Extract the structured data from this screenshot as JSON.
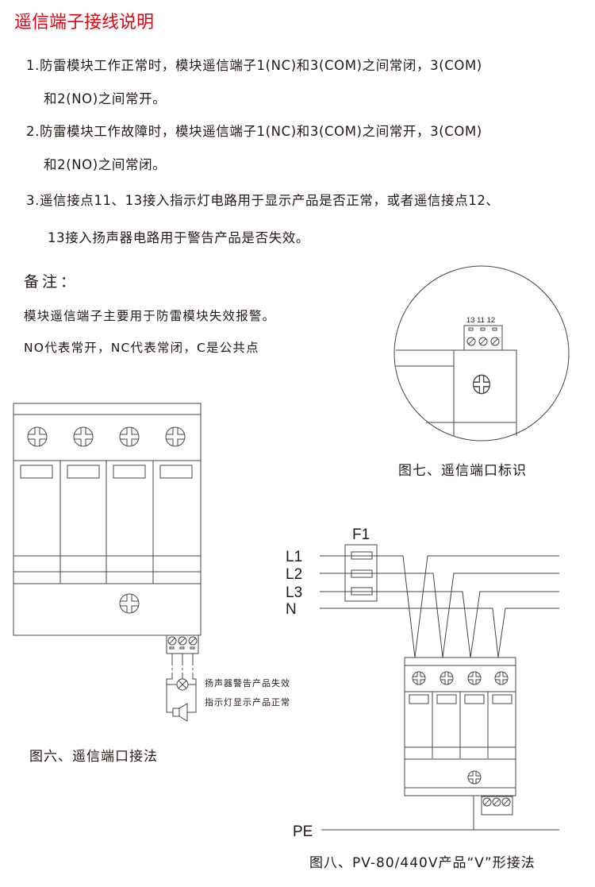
{
  "title": "遥信端子接线说明",
  "paragraphs": [
    {
      "line1": "1.防雷模块工作正常时，模块遥信端子1(NC)和3(COM)之间常闭，3(COM)",
      "line2": "和2(NO)之间常开。"
    },
    {
      "line1": "2.防雷模块工作故障时，模块遥信端子1(NC)和3(COM)之间常开，3(COM)",
      "line2": "和2(NO)之间常闭。"
    },
    {
      "line1": "3.遥信接点11、13接入指示灯电路用于显示产品是否正常，或者遥信接点12、",
      "line2": "13接入扬声器电路用于警告产品是否失效。"
    }
  ],
  "notes": {
    "heading": "备注：",
    "line1": "模块遥信端子主要用于防雷模块失效报警。",
    "line2": "NO代表常开，NC代表常闭，C是公共点"
  },
  "fig6": {
    "caption": "图六、遥信端口接法",
    "label_speaker": "扬声器警告产品失效",
    "label_lamp": "指示灯显示产品正常"
  },
  "fig7": {
    "caption": "图七、遥信端口标识",
    "terminal_labels": "13 11 12"
  },
  "fig8": {
    "caption": "图八、PV-80/440V产品“V”形接法",
    "fuse_label": "F1",
    "lines": [
      "L1",
      "L2",
      "L3",
      "N"
    ],
    "pe_label": "PE"
  }
}
